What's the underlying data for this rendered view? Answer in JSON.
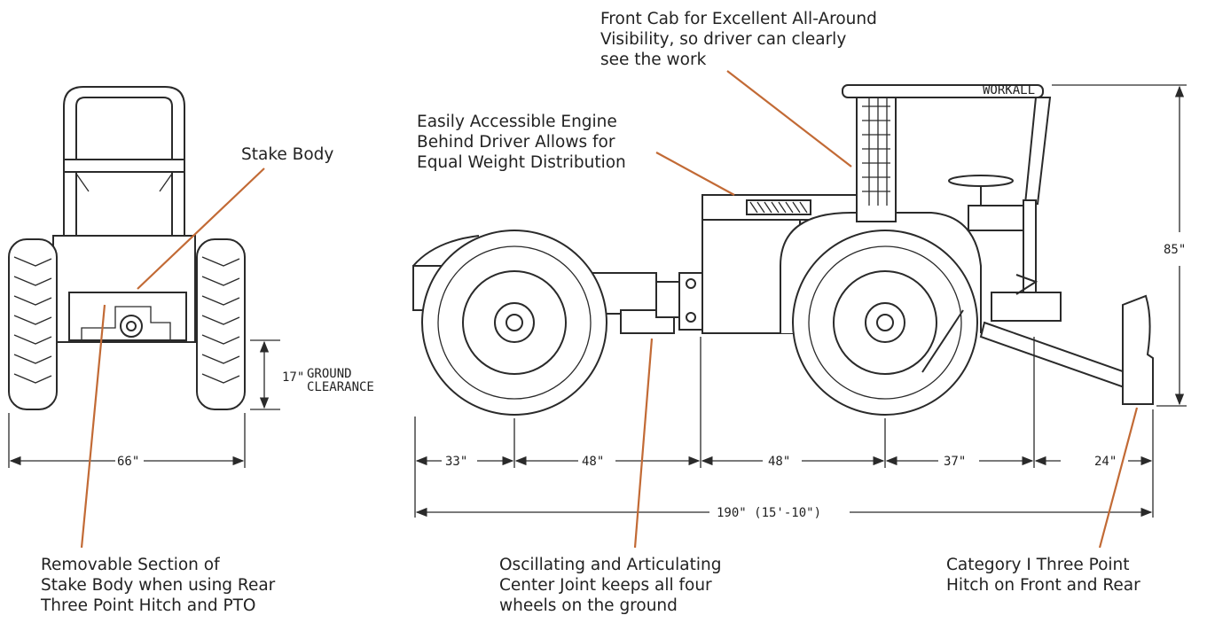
{
  "colors": {
    "leader": "#c26a35",
    "ink": "#2a2a2a",
    "text": "#222222"
  },
  "callouts": {
    "front_cab": [
      "Front Cab for Excellent All-Around",
      "Visibility, so driver can clearly",
      "see the work"
    ],
    "engine": [
      "Easily Accessible Engine",
      "Behind Driver Allows for",
      "Equal Weight Distribution"
    ],
    "stake_body": [
      "Stake Body"
    ],
    "removable": [
      "Removable Section of",
      "Stake Body when using Rear",
      "Three Point Hitch and PTO"
    ],
    "joint": [
      "Oscillating and Articulating",
      "Center Joint keeps all four",
      "wheels on the ground"
    ],
    "hitch": [
      "Category I Three Point",
      "Hitch on Front and Rear"
    ]
  },
  "drawing": {
    "brand": "WORKALL",
    "dims": {
      "ground_clearance_value": "17\"",
      "ground_clearance_label_1": "GROUND",
      "ground_clearance_label_2": "CLEARANCE",
      "track_width": "66\"",
      "height": "85\"",
      "seg_1": "33\"",
      "seg_2": "48\"",
      "seg_3": "48\"",
      "seg_4": "37\"",
      "seg_5": "24\"",
      "overall": "190\"  (15'-10\")"
    }
  }
}
